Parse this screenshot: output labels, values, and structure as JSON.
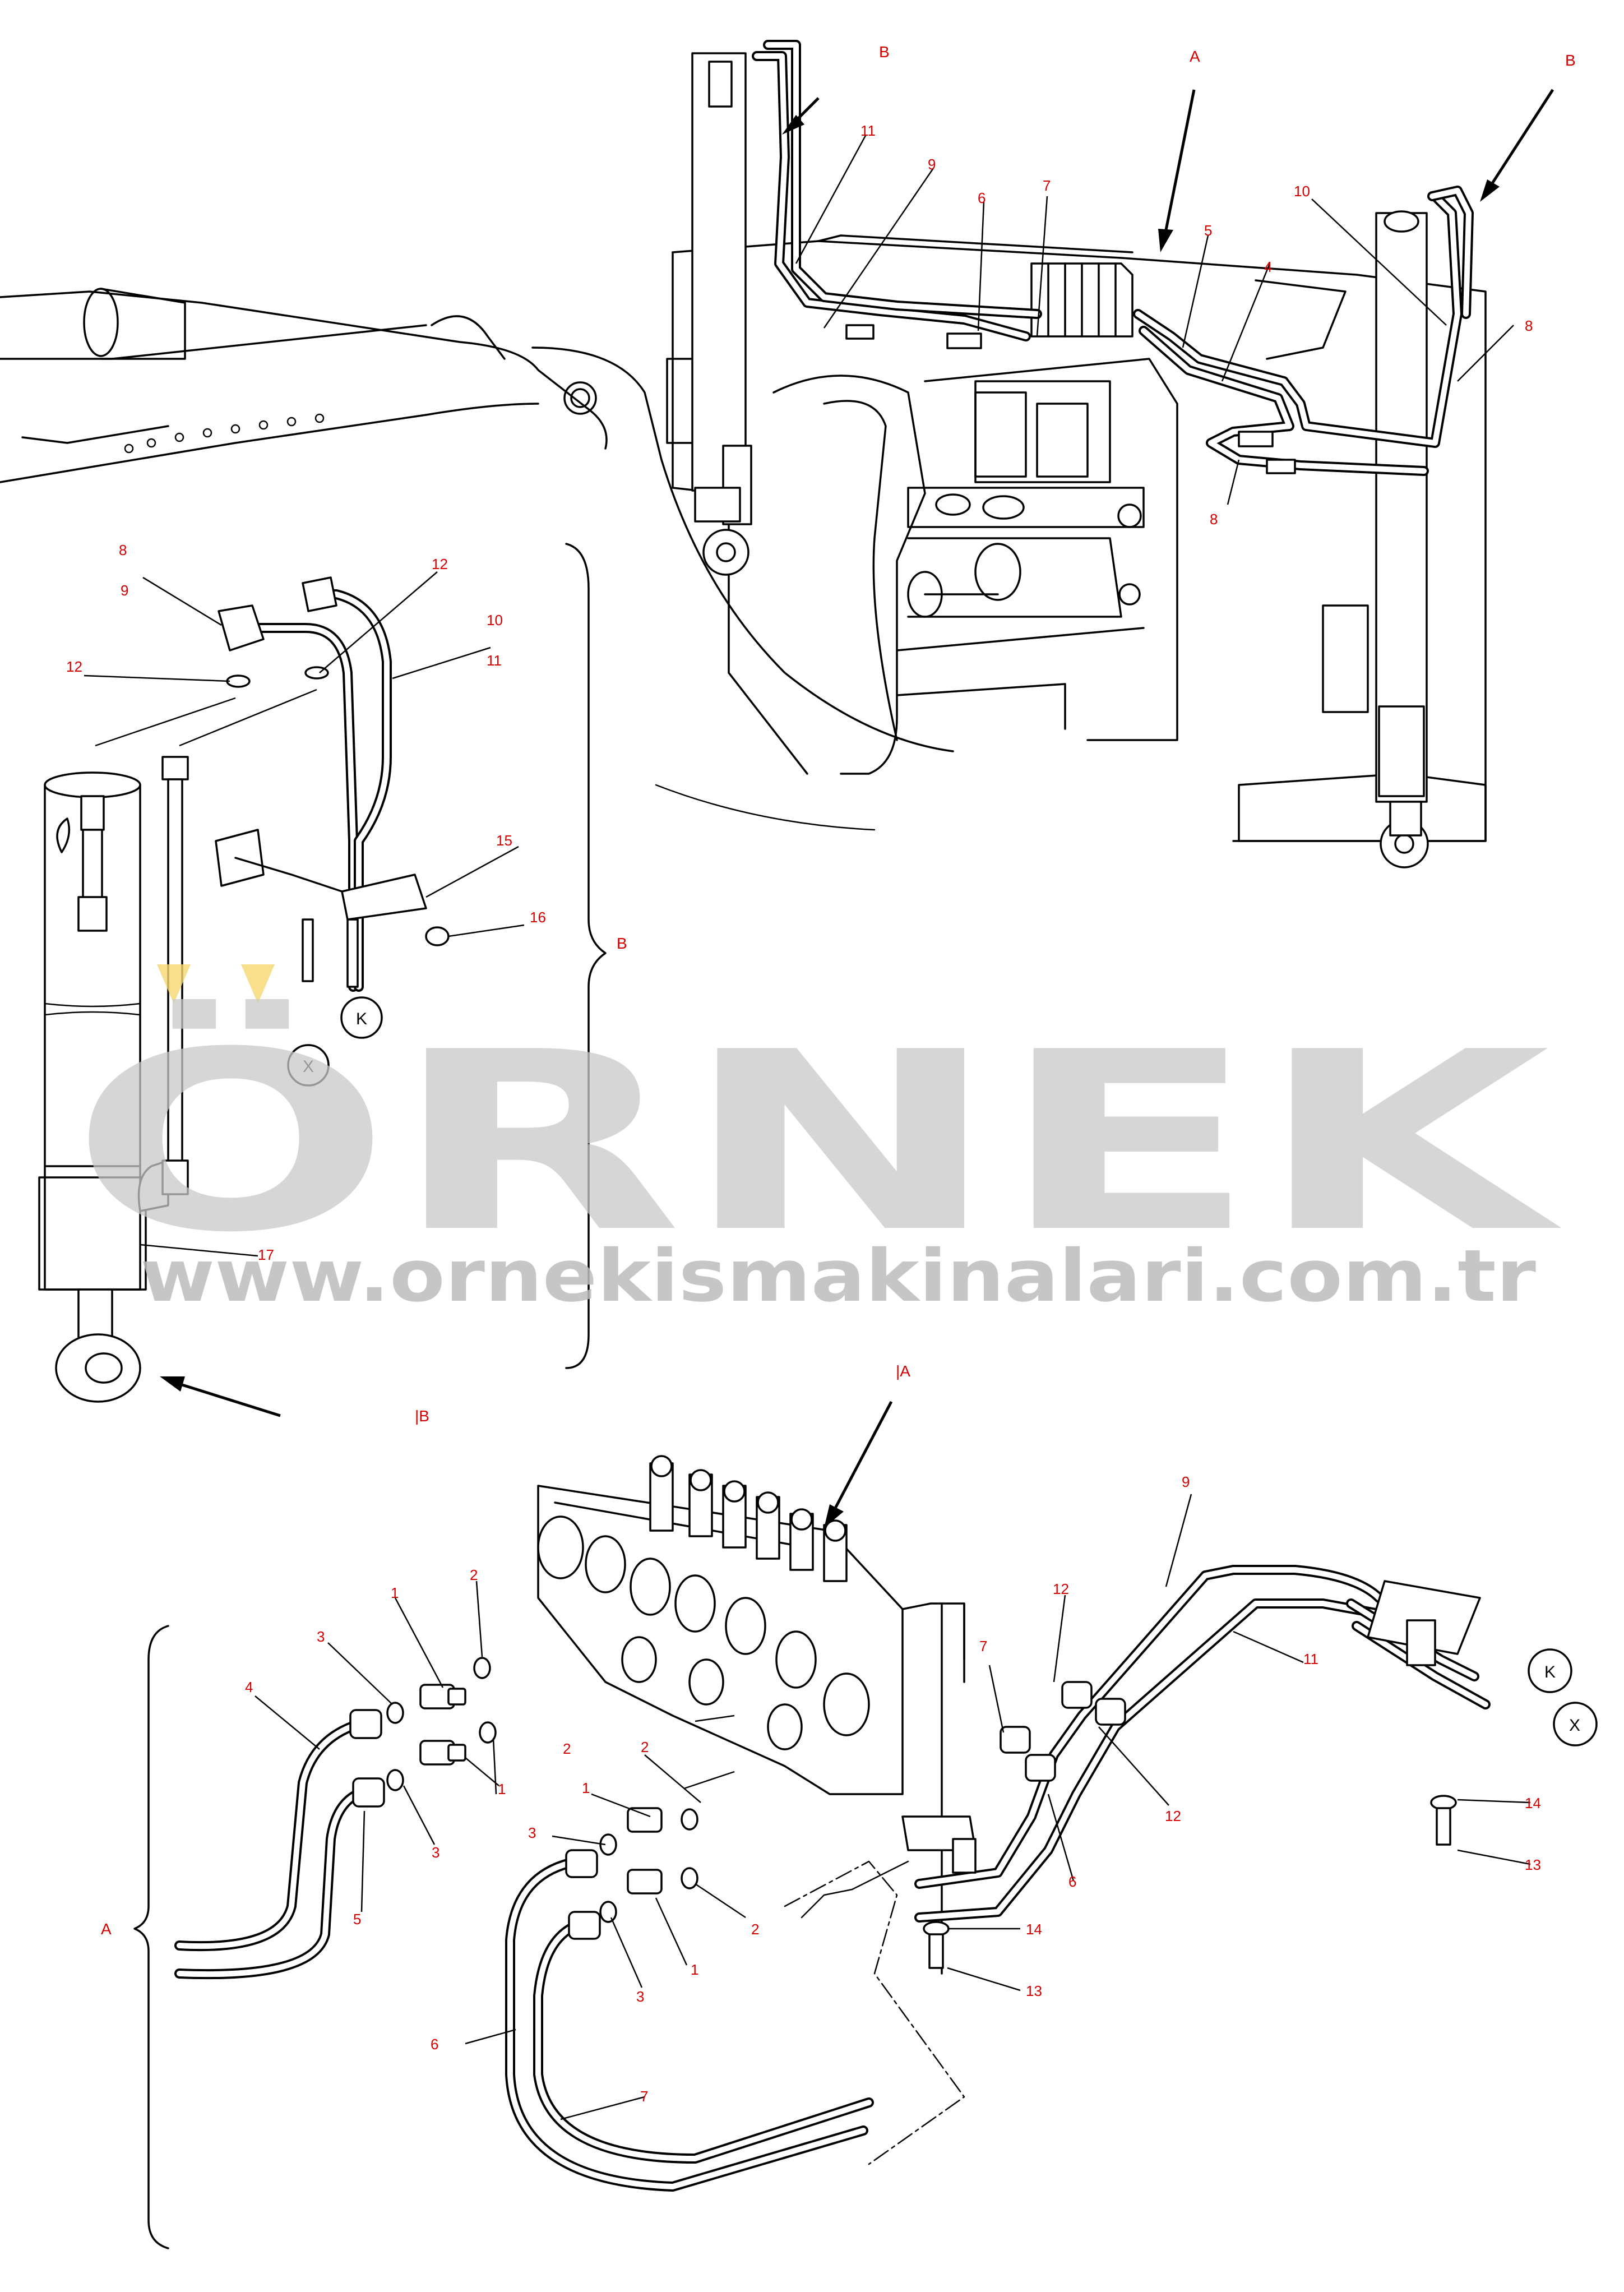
{
  "callouts": {
    "top": {
      "B_left": "B",
      "B_right": "B",
      "A": "A",
      "n11": "11",
      "n9": "9",
      "n6": "6",
      "n7": "7",
      "n5": "5",
      "n4": "4",
      "n10": "10",
      "n8a": "8",
      "n8b": "8"
    },
    "detail_b": {
      "n8": "8",
      "n9": "9",
      "n12a": "12",
      "n12b": "12",
      "n10": "10",
      "n11": "11",
      "n15": "15",
      "n16": "16",
      "n17": "17",
      "K": "K",
      "X": "X",
      "B": "B",
      "ref_B": "|B"
    },
    "detail_a": {
      "ref_A": "|A",
      "A": "A",
      "n1a": "1",
      "n2a": "2",
      "n3a": "3",
      "n4": "4",
      "n2b": "2",
      "n1b": "1",
      "n3b": "3",
      "n5": "5",
      "n1c": "1",
      "n2c": "2",
      "n3c": "3",
      "n1d": "1",
      "n2d": "2",
      "n3d": "3",
      "n6a": "6",
      "n7a": "7",
      "n9": "9",
      "n12a": "12",
      "n7b": "7",
      "n12b": "12",
      "n6b": "6",
      "n11": "11",
      "K": "K",
      "X": "X",
      "n14a": "14",
      "n13a": "13",
      "n14b": "14",
      "n13b": "13"
    }
  },
  "watermark": {
    "brand": "ÖRNEK",
    "url": "www.ornekismakinalari.com.tr"
  },
  "colors": {
    "callout": "#d40000",
    "watermark_gray": "#c9c9c9",
    "watermark_accent": "#f5d76e",
    "line": "#000000"
  }
}
